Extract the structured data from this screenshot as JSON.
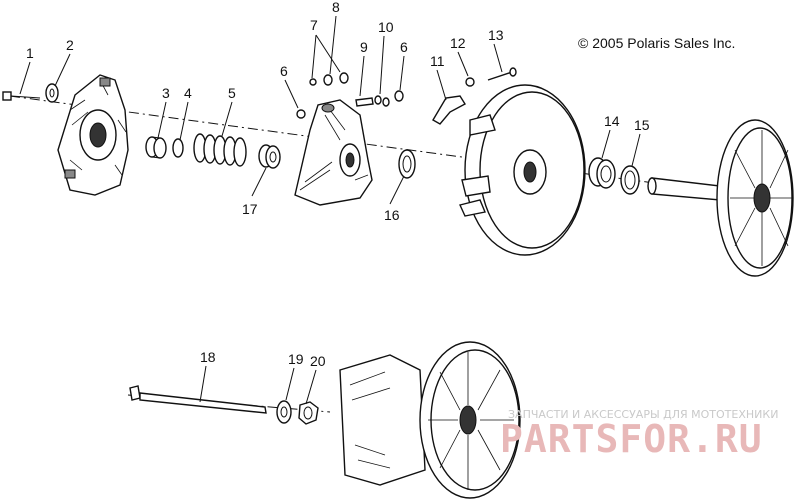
{
  "copyright": "© 2005 Polaris Sales Inc.",
  "callouts": [
    "1",
    "2",
    "3",
    "4",
    "5",
    "6",
    "7",
    "8",
    "9",
    "10",
    "6",
    "11",
    "12",
    "13",
    "14",
    "15",
    "16",
    "17",
    "18",
    "19",
    "20"
  ],
  "watermark": {
    "tagline": "ЗАПЧАСТИ И АКСЕССУАРЫ ДЛЯ МОТОТЕХНИКИ",
    "logo": "PARTSFOR.RU"
  }
}
